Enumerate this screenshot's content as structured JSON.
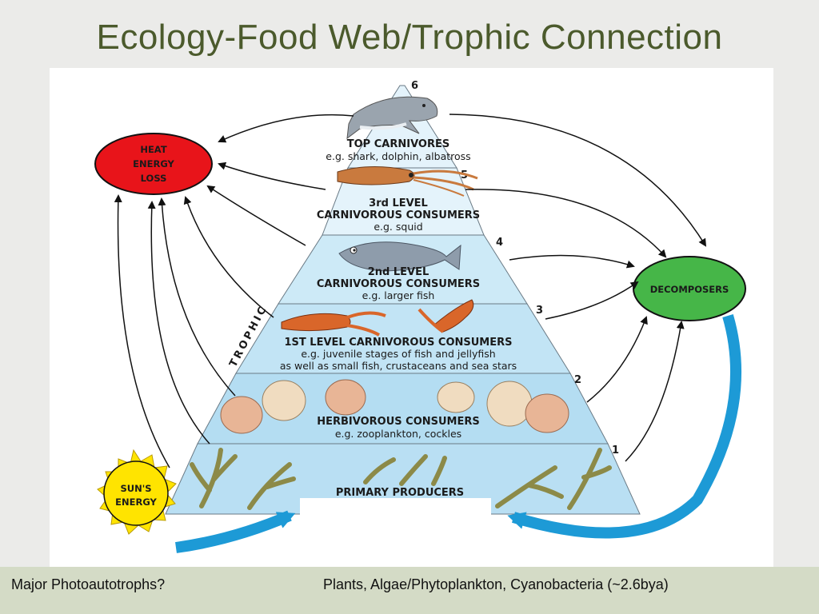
{
  "slide": {
    "title": "Ecology-Food Web/Trophic Connection"
  },
  "diagram": {
    "heat_loss_lines": [
      "HEAT",
      "ENERGY",
      "LOSS"
    ],
    "decomposers": "DECOMPOSERS",
    "sun_lines": [
      "SUN'S",
      "ENERGY"
    ],
    "trophic_label": "TROPHIC",
    "colors": {
      "heat_oval": "#e8141a",
      "decomposer_oval": "#46b648",
      "sun": "#ffe400",
      "pyramid_light": "#e4f3fb",
      "pyramid_mid": "#b9dff3",
      "recycle_arrow": "#1d9ad6"
    },
    "levels": [
      {
        "number": "6",
        "title_lines": [
          "TOP CARNIVORES"
        ],
        "example_lines": [
          "e.g. shark, dolphin, albatross"
        ],
        "icon": "dolphin-icon"
      },
      {
        "number": "5",
        "title_lines": [
          "3rd LEVEL",
          "CARNIVOROUS CONSUMERS"
        ],
        "example_lines": [
          "e.g. squid"
        ],
        "icon": "squid-icon"
      },
      {
        "number": "4",
        "title_lines": [
          "2nd LEVEL",
          "CARNIVOROUS CONSUMERS"
        ],
        "example_lines": [
          "e.g. larger fish"
        ],
        "icon": "fish-icon"
      },
      {
        "number": "3",
        "title_lines": [
          "1ST LEVEL CARNIVOROUS CONSUMERS"
        ],
        "example_lines": [
          "e.g. juvenile stages of fish and jellyfish",
          "as well as small fish, crustaceans and sea stars"
        ],
        "icon": "crayfish-icon"
      },
      {
        "number": "2",
        "title_lines": [
          "HERBIVOROUS CONSUMERS"
        ],
        "example_lines": [
          "e.g. zooplankton, cockles"
        ],
        "icon": "cockle-shell-icon"
      },
      {
        "number": "1",
        "title_lines": [
          "PRIMARY PRODUCERS"
        ],
        "example_lines": [],
        "icon": "seaweed-icon"
      }
    ]
  },
  "caption": {
    "question": "Major Photoautotrophs?",
    "answer": "Plants, Algae/Phytoplankton, Cyanobacteria (~2.6bya)"
  }
}
